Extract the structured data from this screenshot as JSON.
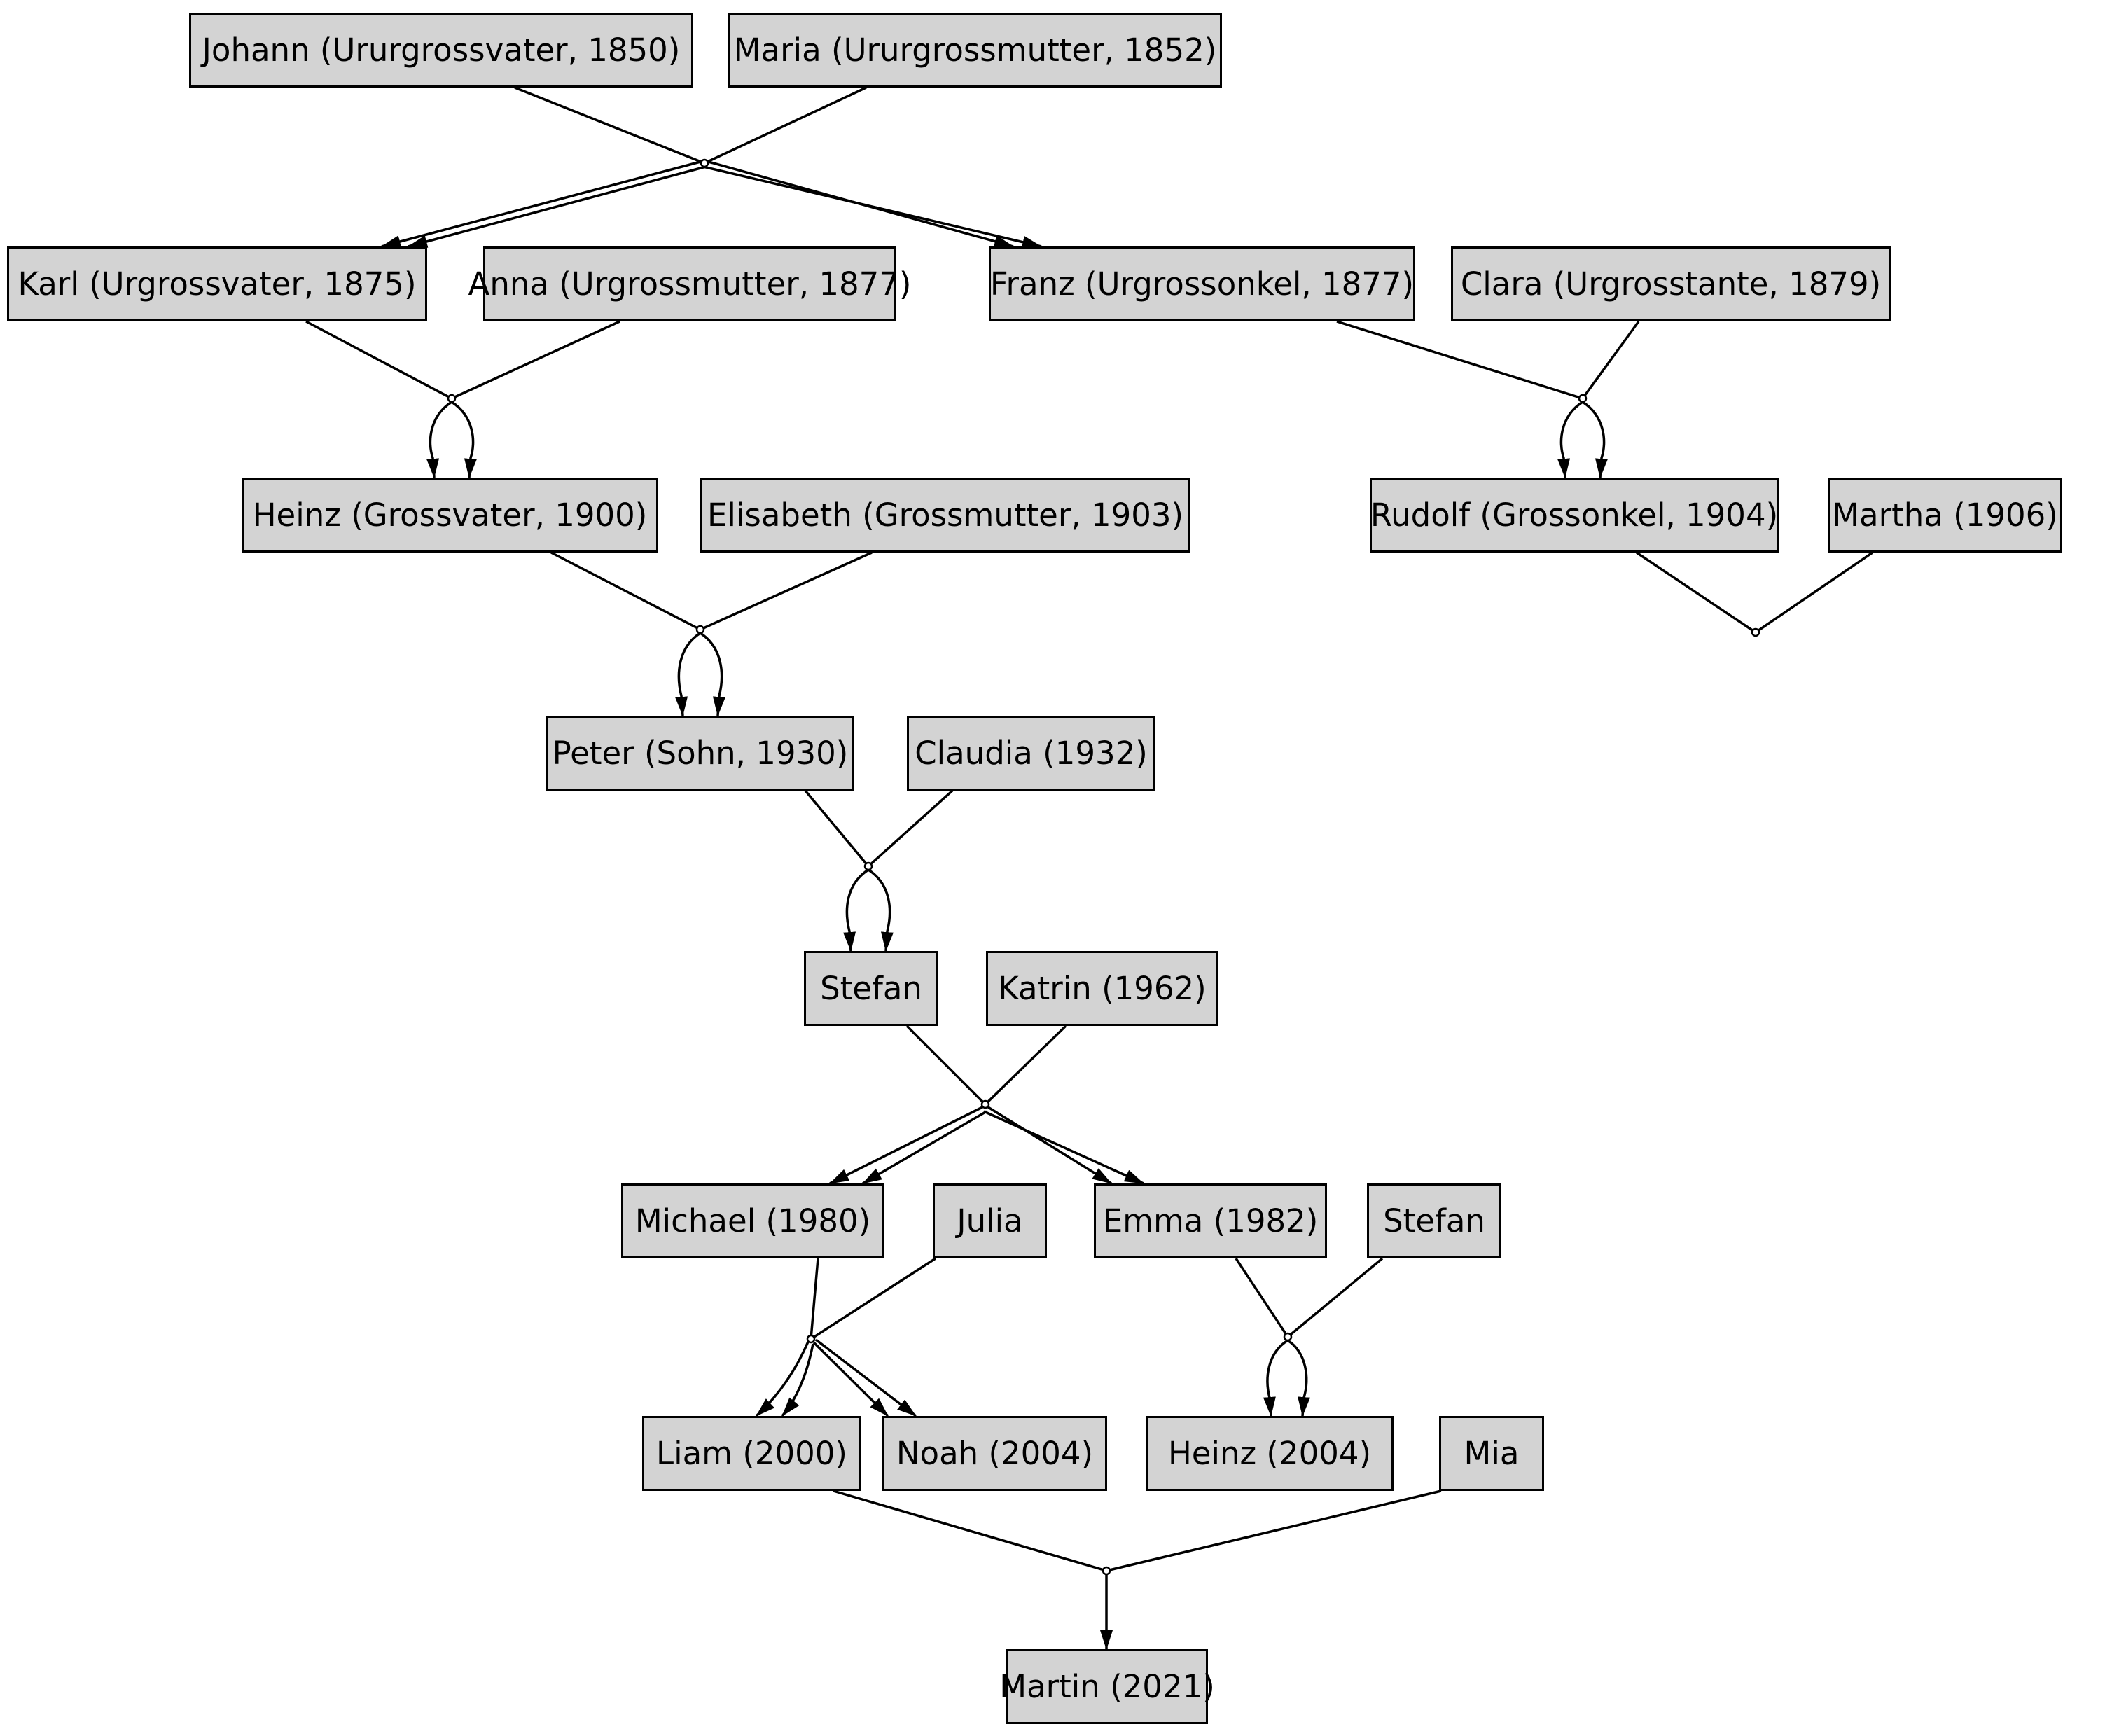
{
  "diagram": {
    "type": "family-tree-graph",
    "background": "#ffffff"
  },
  "colors": {
    "node_fill": "#d3d3d3",
    "line_color": "#000000",
    "text_color": "#000000"
  },
  "nodes": [
    {
      "id": "johann",
      "label": "Johann (Ururgrossvater, 1850)"
    },
    {
      "id": "maria",
      "label": "Maria (Ururgrossmutter, 1852)"
    },
    {
      "id": "karl",
      "label": "Karl (Urgrossvater, 1875)"
    },
    {
      "id": "anna",
      "label": "Anna (Urgrossmutter, 1877)"
    },
    {
      "id": "franz",
      "label": "Franz (Urgrossonkel, 1877)"
    },
    {
      "id": "clara",
      "label": "Clara (Urgrosstante, 1879)"
    },
    {
      "id": "heinz",
      "label": "Heinz (Grossvater, 1900)"
    },
    {
      "id": "elisabeth",
      "label": "Elisabeth (Grossmutter, 1903)"
    },
    {
      "id": "rudolf",
      "label": "Rudolf (Grossonkel, 1904)"
    },
    {
      "id": "martha",
      "label": "Martha (1906)"
    },
    {
      "id": "peter",
      "label": "Peter (Sohn, 1930)"
    },
    {
      "id": "claudia",
      "label": "Claudia (1932)"
    },
    {
      "id": "stefan1",
      "label": "Stefan"
    },
    {
      "id": "katrin",
      "label": "Katrin (1962)"
    },
    {
      "id": "michael",
      "label": "Michael (1980)"
    },
    {
      "id": "julia",
      "label": "Julia"
    },
    {
      "id": "emma",
      "label": "Emma (1982)"
    },
    {
      "id": "stefan2",
      "label": "Stefan"
    },
    {
      "id": "liam",
      "label": "Liam (2000)"
    },
    {
      "id": "noah",
      "label": "Noah (2004)"
    },
    {
      "id": "heinz2",
      "label": "Heinz (2004)"
    },
    {
      "id": "mia",
      "label": "Mia"
    },
    {
      "id": "martin",
      "label": "Martin (2021)"
    }
  ]
}
